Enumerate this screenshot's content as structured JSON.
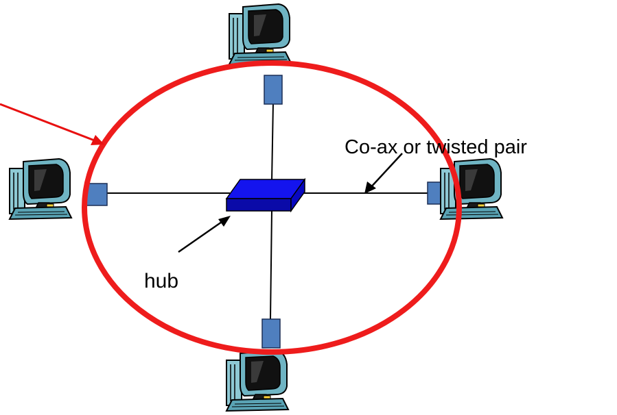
{
  "diagram": {
    "labels": {
      "hub": "hub",
      "cable": "Co-ax or twisted pair"
    },
    "nodes": [
      {
        "id": "pc-top",
        "icon": "desktop-computer-icon"
      },
      {
        "id": "pc-left",
        "icon": "desktop-computer-icon"
      },
      {
        "id": "pc-right",
        "icon": "desktop-computer-icon"
      },
      {
        "id": "pc-bottom",
        "icon": "desktop-computer-icon"
      },
      {
        "id": "hub",
        "icon": "hub-box-icon"
      }
    ],
    "colors": {
      "ring": "#ee1c1c",
      "pointer": "#e81010",
      "hub_top": "#1414ee",
      "hub_side": "#0a0aa8",
      "connector": "#4f7fbf",
      "line": "#000000",
      "monitor_body": "#6fb4c3",
      "monitor_screen": "#111111",
      "monitor_stand": "#1a1a1a"
    }
  }
}
